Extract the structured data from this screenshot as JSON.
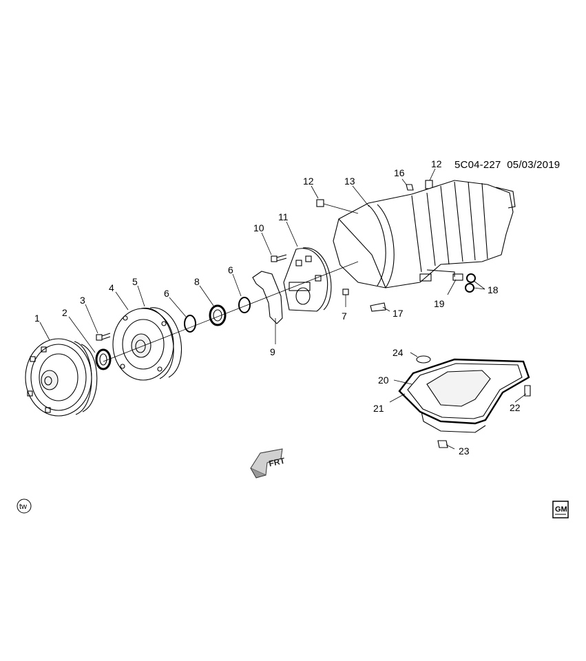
{
  "document": {
    "id": "5C04-227",
    "date": "05/03/2019"
  },
  "callouts": {
    "c1": "1",
    "c2": "2",
    "c3": "3",
    "c4": "4",
    "c5": "5",
    "c6a": "6",
    "c6b": "6",
    "c7": "7",
    "c8": "8",
    "c9": "9",
    "c10": "10",
    "c11": "11",
    "c12a": "12",
    "c12b": "12",
    "c13": "13",
    "c16": "16",
    "c17": "17",
    "c18": "18",
    "c19": "19",
    "c20": "20",
    "c21": "21",
    "c22": "22",
    "c23": "23",
    "c24": "24"
  },
  "front_arrow": {
    "label": "FRT"
  },
  "badges": {
    "tw": "tw",
    "gm": "GM"
  },
  "icons": {
    "front": "front-direction-arrow-icon",
    "tw": "tw-circle-icon",
    "gm": "gm-logo-icon"
  }
}
